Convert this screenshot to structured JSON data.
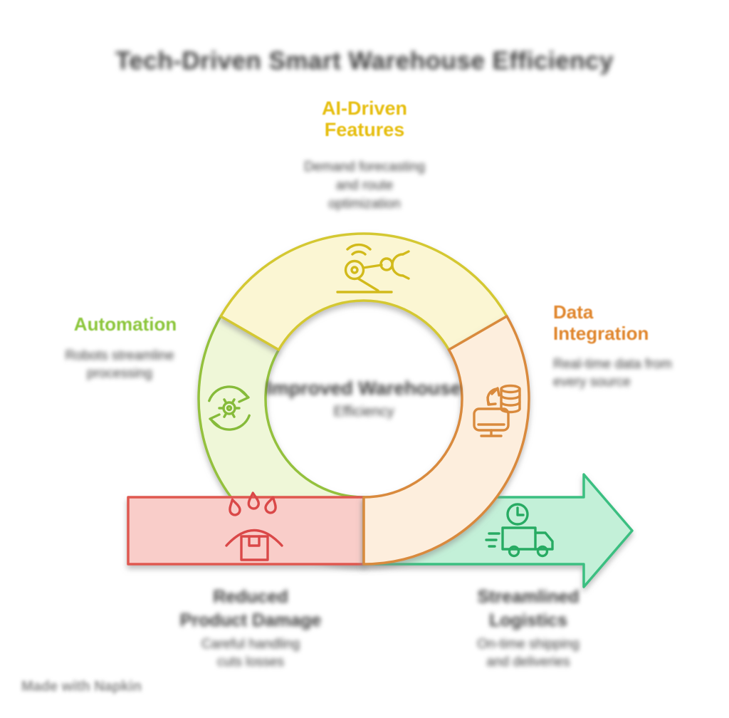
{
  "title": "Tech-Driven Smart Warehouse Efficiency",
  "center": {
    "line1": "Improved Warehouse",
    "line2": "Efficiency"
  },
  "segments": {
    "ai": {
      "label1": "AI-Driven",
      "label2": "Features",
      "sub": [
        "Demand forecasting",
        "and route",
        "optimization"
      ],
      "icon": "robot-arm",
      "accent": "#e6be0f",
      "fill": "#fbf6d3",
      "stroke": "#d4c832"
    },
    "automation": {
      "label": "Automation",
      "sub": [
        "Robots streamline",
        "processing"
      ],
      "icon": "gear-sync",
      "accent": "#8cc63c",
      "fill": "#eff7d8",
      "stroke": "#94c13d"
    },
    "data_integration": {
      "label1": "Data",
      "label2": "Integration",
      "sub": [
        "Real-time data from",
        "every source"
      ],
      "icon": "monitor-database-sync",
      "accent": "#e0862d",
      "fill": "#fdeedd",
      "stroke": "#d98a3d"
    },
    "inventory": {
      "title1": "Reduced",
      "title2": "Product Damage",
      "sub": [
        "Careful handling",
        "cuts losses"
      ],
      "icon": "package-drops",
      "fill": "#f9cdc9",
      "stroke": "#df5950",
      "icon_color": "#da4848"
    },
    "logistics": {
      "title1": "Streamlined",
      "title2": "Logistics",
      "sub": [
        "On-time shipping",
        "and deliveries"
      ],
      "icon": "delivery-truck-clock",
      "fill": "#c3f0d8",
      "stroke": "#3bbf81",
      "icon_color": "#27ab63"
    }
  },
  "watermark": "Made with Napkin",
  "text_color": "#3d3d3d"
}
